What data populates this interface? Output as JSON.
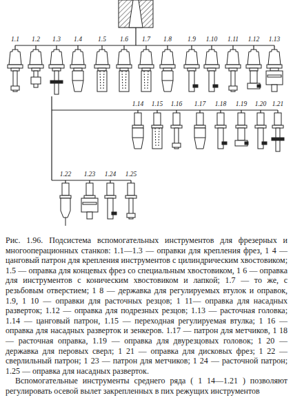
{
  "diagram": {
    "caption": "Рис. 1.96. Подсистема вспомогательных инструментов для фрезерных и многооперационных станков: 1.1—1.3 — оправки для крепления фрез, 1 4 — цанговый патрон для крепления инструментов с цилиндрическим хвостовиком; 1.5 — оправка для концевых фрез со специальным хвостовиком, 1 6 — оправка для инструментов с коническим хвостовиком и лапкой; 1.7 — то же, с резьбовым отверстием; 1 8 — державка для регулируемых втулок и оправок, 1.9, 1 10 — оправки для расточных резцов; 1 11— оправка для насадных разверток; 1.12 — оправка для подрезных резцов; 1.13 — расточная головка; 1.14 — цанговый патрон, 1.15 — переходная регулируемая втулка; 1 16 — оправка для насадных разверток и зенкеров. 1.17 — патрон для метчиков, 1 18 — расточная оправка, 1.19 — оправка для двурезцовых головок; 1 20 — державка для перовых сверл; 1 21 — оправка для дисковых фрез; 1 22 — сверлильный патрон; 1 23 — патрон для метчиков; 1 24 — расточной патрон; 1.25 — оправка для насадных разверток.",
    "labels": [
      "1.1",
      "1.2",
      "1.3",
      "1.4",
      "1.5",
      "1.6",
      "1.7",
      "1.8",
      "1.9",
      "1.10",
      "1.11",
      "1.12",
      "1.13",
      "1.14",
      "1.15",
      "1.16",
      "1.17",
      "1.18",
      "1.19",
      "1.20",
      "1.21",
      "1.22",
      "1.23",
      "1.24",
      "1.25",
      "Вспомогательные инструменты среднего ряда ( 1 14—1.21 ) позволяют регулировать осевой вылет закрепленных в пих режущих инструментов"
    ]
  }
}
